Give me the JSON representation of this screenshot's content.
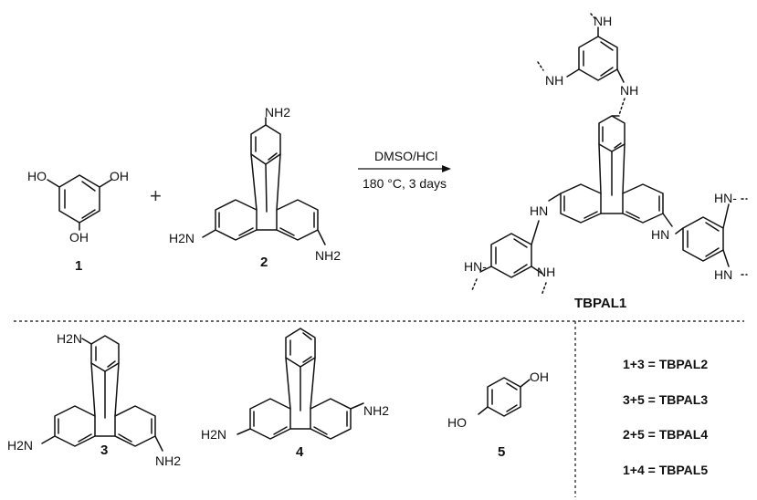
{
  "compounds": {
    "c1": {
      "number": "1",
      "oh_labels": [
        "HO",
        "OH",
        "OH"
      ]
    },
    "c2": {
      "number": "2",
      "nh2_labels": [
        "NH2",
        "H2N",
        "NH2"
      ]
    },
    "c3": {
      "number": "3",
      "nh2_labels": [
        "H2N",
        "H2N",
        "NH2"
      ]
    },
    "c4": {
      "number": "4",
      "nh2_labels": [
        "H2N",
        "NH2"
      ]
    },
    "c5": {
      "number": "5",
      "oh_labels": [
        "OH",
        "HO"
      ]
    }
  },
  "plus": "+",
  "reaction": {
    "reagent": "DMSO/HCl",
    "condition": "180 °C, 3 days"
  },
  "product": {
    "name": "TBPAL1",
    "nh_labels": [
      "NH",
      "NH",
      "NH",
      "HN",
      "HN",
      "HN-",
      "HN-",
      "HN",
      "NH"
    ]
  },
  "combinations": [
    "1+3 = TBPAL2",
    "3+5 = TBPAL3",
    "2+5 = TBPAL4",
    "1+4 = TBPAL5"
  ]
}
